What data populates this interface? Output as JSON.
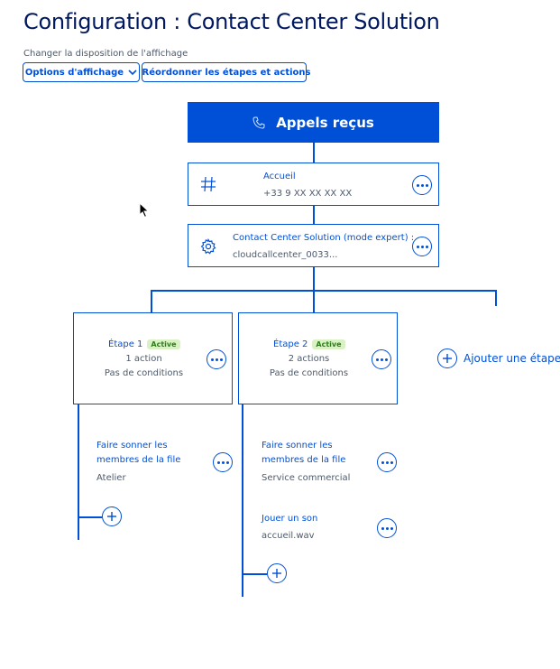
{
  "page": {
    "title": "Configuration : Contact Center Solution"
  },
  "toolbar": {
    "layout_label": "Changer la disposition de l'affichage",
    "display_options": "Options d'affichage",
    "reorder": "Réordonner les étapes et actions"
  },
  "flow": {
    "header": {
      "label": "Appels reçus",
      "icon": "phone-icon"
    },
    "accueil": {
      "title": "Accueil",
      "number": "+33 9 XX XX XX XX",
      "icon": "hash-icon"
    },
    "ccs": {
      "title": "Contact Center Solution (mode expert) :",
      "value": "cloudcallcenter_0033...",
      "icon": "gear-icon"
    }
  },
  "steps": [
    {
      "title": "Étape 1",
      "status": "Active",
      "actions_count": "1 action",
      "conditions": "Pas de conditions",
      "actions": [
        {
          "title_line1": "Faire sonner les",
          "title_line2": "membres de la file",
          "detail": "Atelier"
        }
      ]
    },
    {
      "title": "Étape 2",
      "status": "Active",
      "actions_count": "2 actions",
      "conditions": "Pas de conditions",
      "actions": [
        {
          "title_line1": "Faire sonner les",
          "title_line2": "membres de la file",
          "detail": "Service commercial"
        },
        {
          "title_line1": "Jouer un son",
          "detail": "accueil.wav"
        }
      ]
    }
  ],
  "add_step": {
    "label": "Ajouter une étape"
  },
  "colors": {
    "primary": "#0050d7",
    "title": "#00185e",
    "badge_bg": "#d9f2c4",
    "badge_fg": "#2e7d1a"
  }
}
